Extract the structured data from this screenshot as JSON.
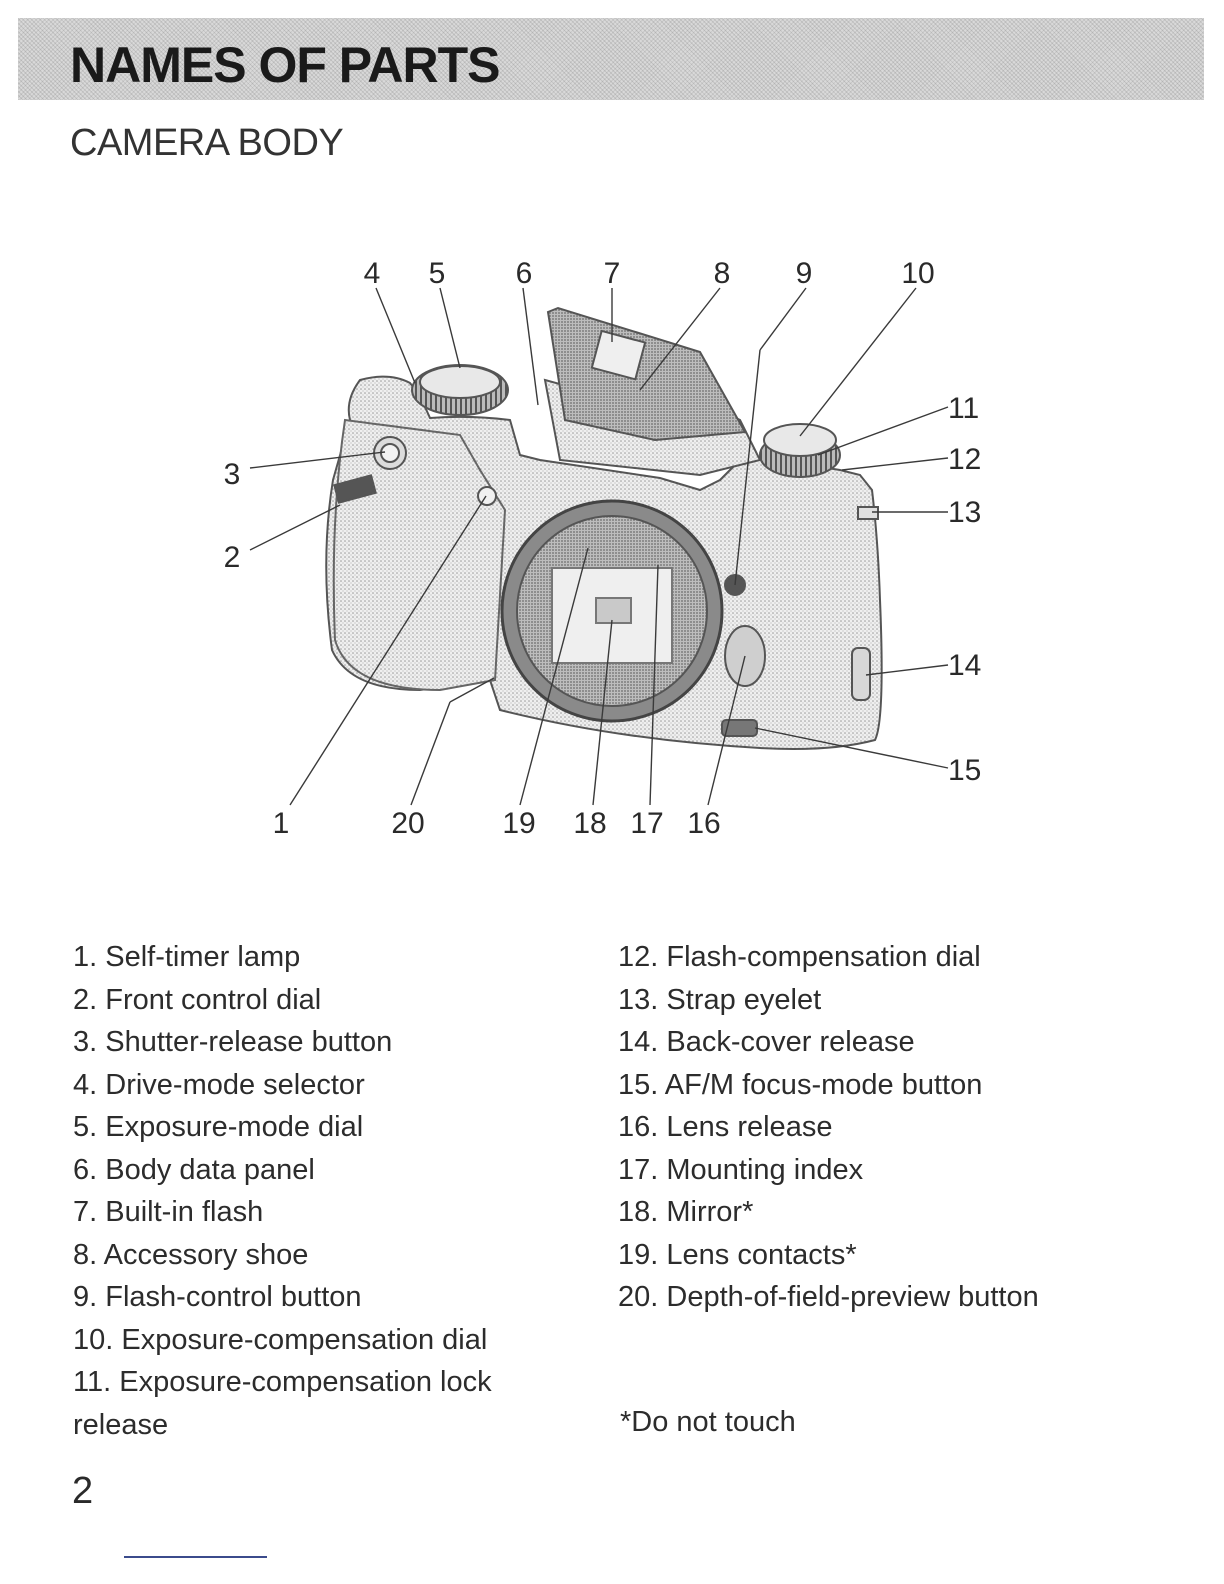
{
  "header": {
    "title": "NAMES OF PARTS",
    "subtitle": "CAMERA BODY"
  },
  "diagram": {
    "callouts": [
      "1",
      "2",
      "3",
      "4",
      "5",
      "6",
      "7",
      "8",
      "9",
      "10",
      "11",
      "12",
      "13",
      "14",
      "15",
      "16",
      "17",
      "18",
      "19",
      "20"
    ]
  },
  "parts_left": [
    {
      "num": "1.",
      "label": "Self-timer lamp"
    },
    {
      "num": "2.",
      "label": "Front control dial"
    },
    {
      "num": "3.",
      "label": "Shutter-release button"
    },
    {
      "num": "4.",
      "label": "Drive-mode selector"
    },
    {
      "num": "5.",
      "label": "Exposure-mode dial"
    },
    {
      "num": "6.",
      "label": "Body data panel"
    },
    {
      "num": "7.",
      "label": "Built-in flash"
    },
    {
      "num": "8.",
      "label": "Accessory shoe"
    },
    {
      "num": "9.",
      "label": "Flash-control button"
    },
    {
      "num": "10.",
      "label": "Exposure-compensation dial"
    },
    {
      "num": "11.",
      "label": "Exposure-compensation lock",
      "label_cont": "release"
    }
  ],
  "parts_right": [
    {
      "num": "12.",
      "label": "Flash-compensation dial"
    },
    {
      "num": "13.",
      "label": "Strap eyelet"
    },
    {
      "num": "14.",
      "label": "Back-cover release"
    },
    {
      "num": "15.",
      "label": "AF/M focus-mode button"
    },
    {
      "num": "16.",
      "label": "Lens release"
    },
    {
      "num": "17.",
      "label": "Mounting index"
    },
    {
      "num": "18.",
      "label": "Mirror*"
    },
    {
      "num": "19.",
      "label": "Lens contacts*"
    },
    {
      "num": "20.",
      "label": "Depth-of-field-preview button"
    }
  ],
  "footnote": "*Do not touch",
  "page_number": "2"
}
